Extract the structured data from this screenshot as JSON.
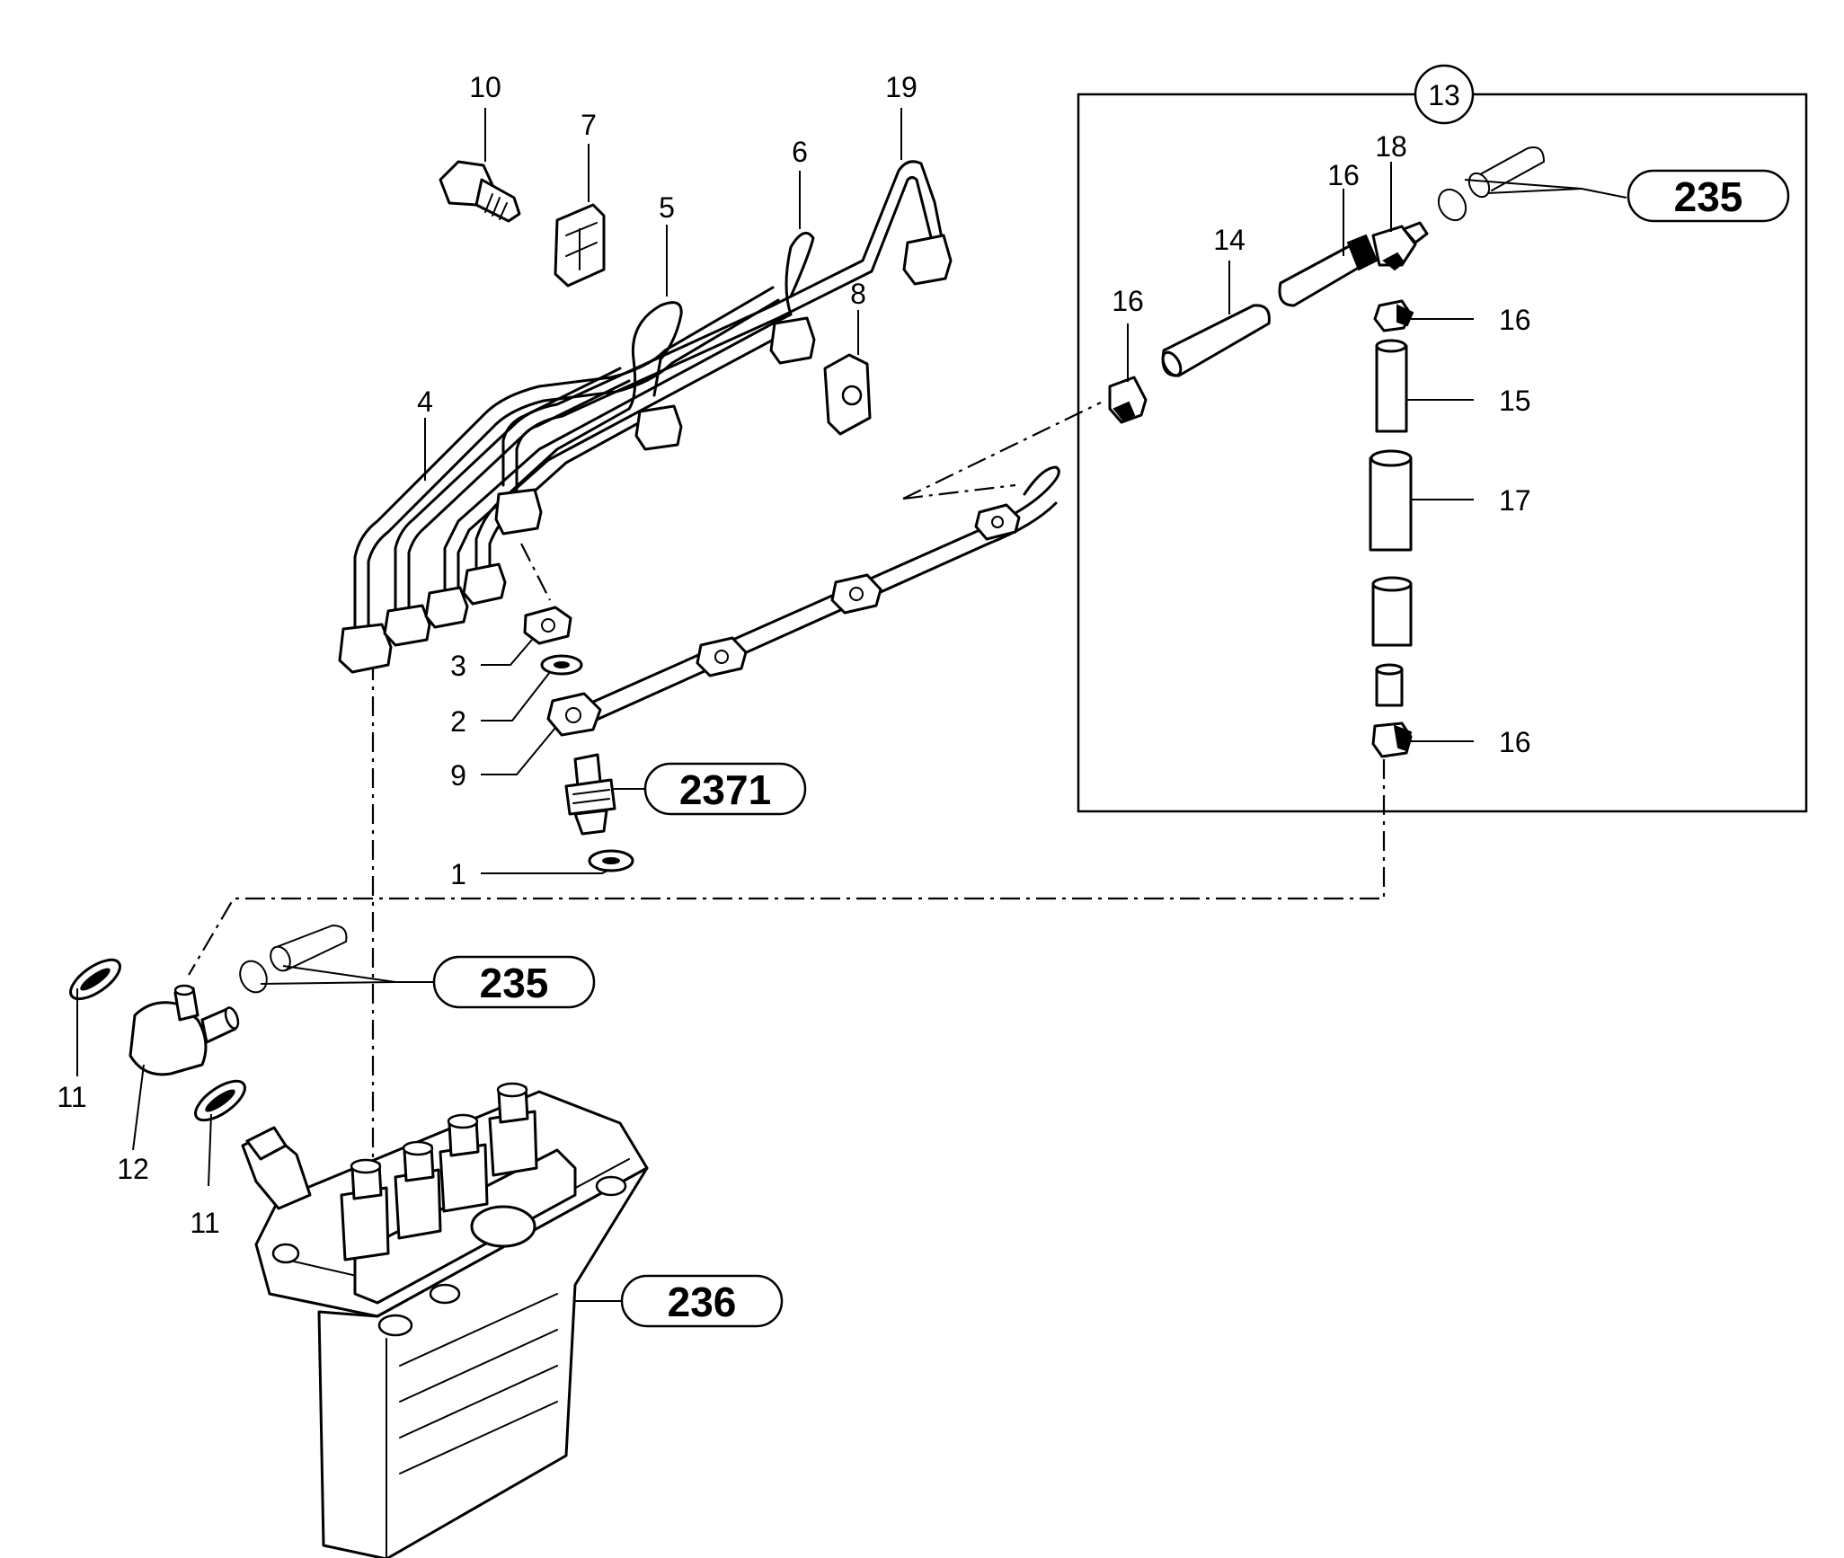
{
  "diagram": {
    "part_labels": {
      "p1": "1",
      "p2": "2",
      "p3": "3",
      "p4": "4",
      "p5": "5",
      "p6": "6",
      "p7": "7",
      "p8": "8",
      "p9": "9",
      "p10": "10",
      "p11a": "11",
      "p11b": "11",
      "p12": "12",
      "p13": "13",
      "p14": "14",
      "p15": "15",
      "p16a": "16",
      "p16b": "16",
      "p16c": "16",
      "p16d": "16",
      "p17": "17",
      "p18": "18",
      "p19": "19"
    },
    "references": {
      "r235_top": "235",
      "r235_left": "235",
      "r2371": "2371",
      "r236": "236"
    }
  }
}
